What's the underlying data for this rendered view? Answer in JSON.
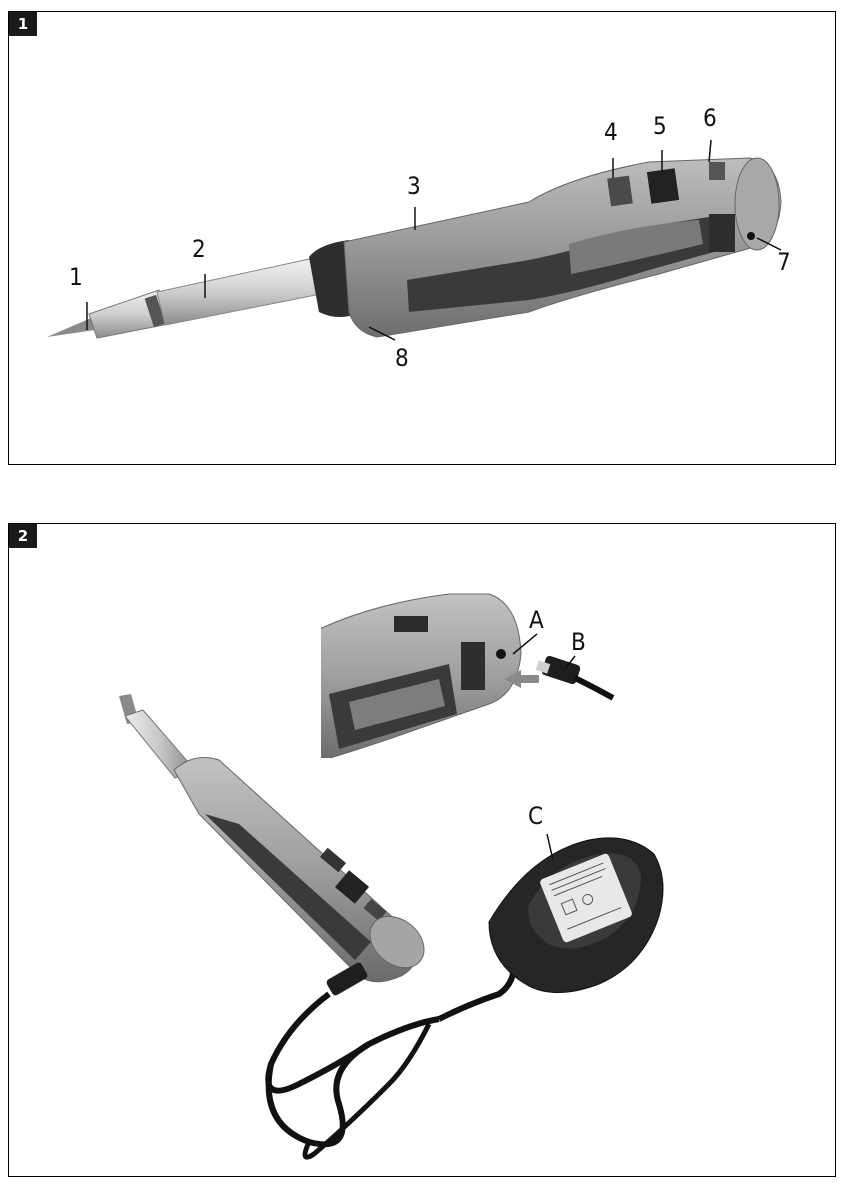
{
  "figure1": {
    "badge": "1",
    "labels": [
      "1",
      "2",
      "3",
      "4",
      "5",
      "6",
      "7",
      "8"
    ]
  },
  "figure2": {
    "badge": "2",
    "labels": [
      "A",
      "B",
      "C"
    ]
  },
  "colors": {
    "handle_gray": "#9a9a9a",
    "grip_dark": "#3a3a3a",
    "metal": "#d8d8d8",
    "adapter": "#2a2a2a",
    "arrow": "#8a8a8a"
  }
}
